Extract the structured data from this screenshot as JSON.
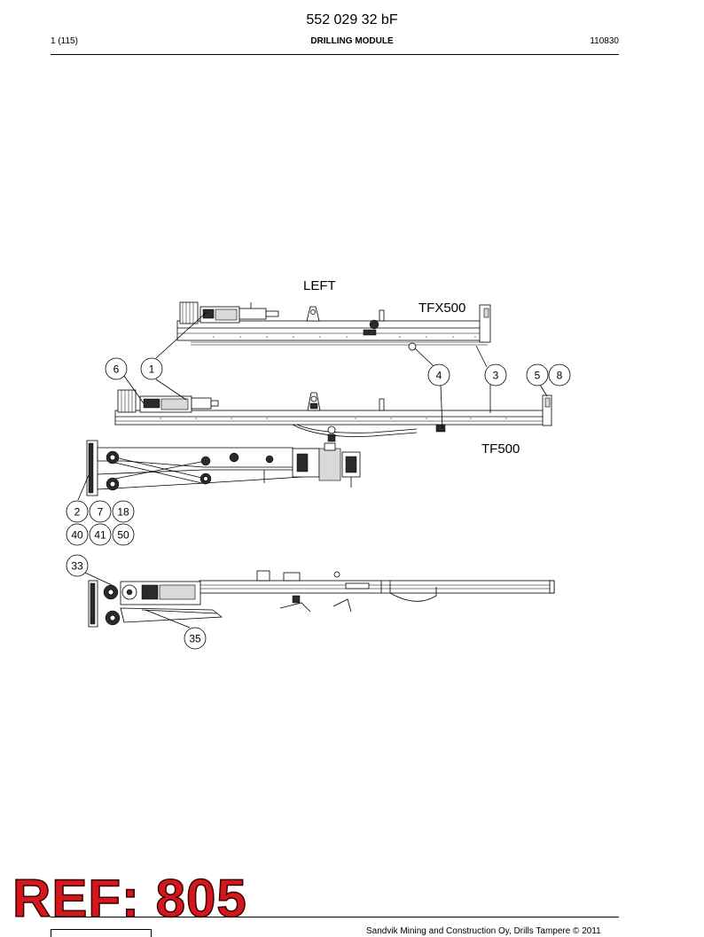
{
  "header": {
    "doc_number": "552 029 32 bF",
    "page": "1 (115)",
    "module_title": "DRILLING MODULE",
    "date": "110830"
  },
  "drawing": {
    "view_label": "LEFT",
    "feed_top_label": "TFX500",
    "feed_bottom_label": "TF500",
    "callouts": [
      "6",
      "1",
      "4",
      "3",
      "5",
      "8",
      "2",
      "7",
      "18",
      "40",
      "41",
      "50",
      "33",
      "35"
    ]
  },
  "footer": {
    "copyright": "Sandvik Mining and Construction Oy, Drills Tampere © 2011"
  },
  "stamp": {
    "text": "REF: 805",
    "color": "#d4171c"
  }
}
